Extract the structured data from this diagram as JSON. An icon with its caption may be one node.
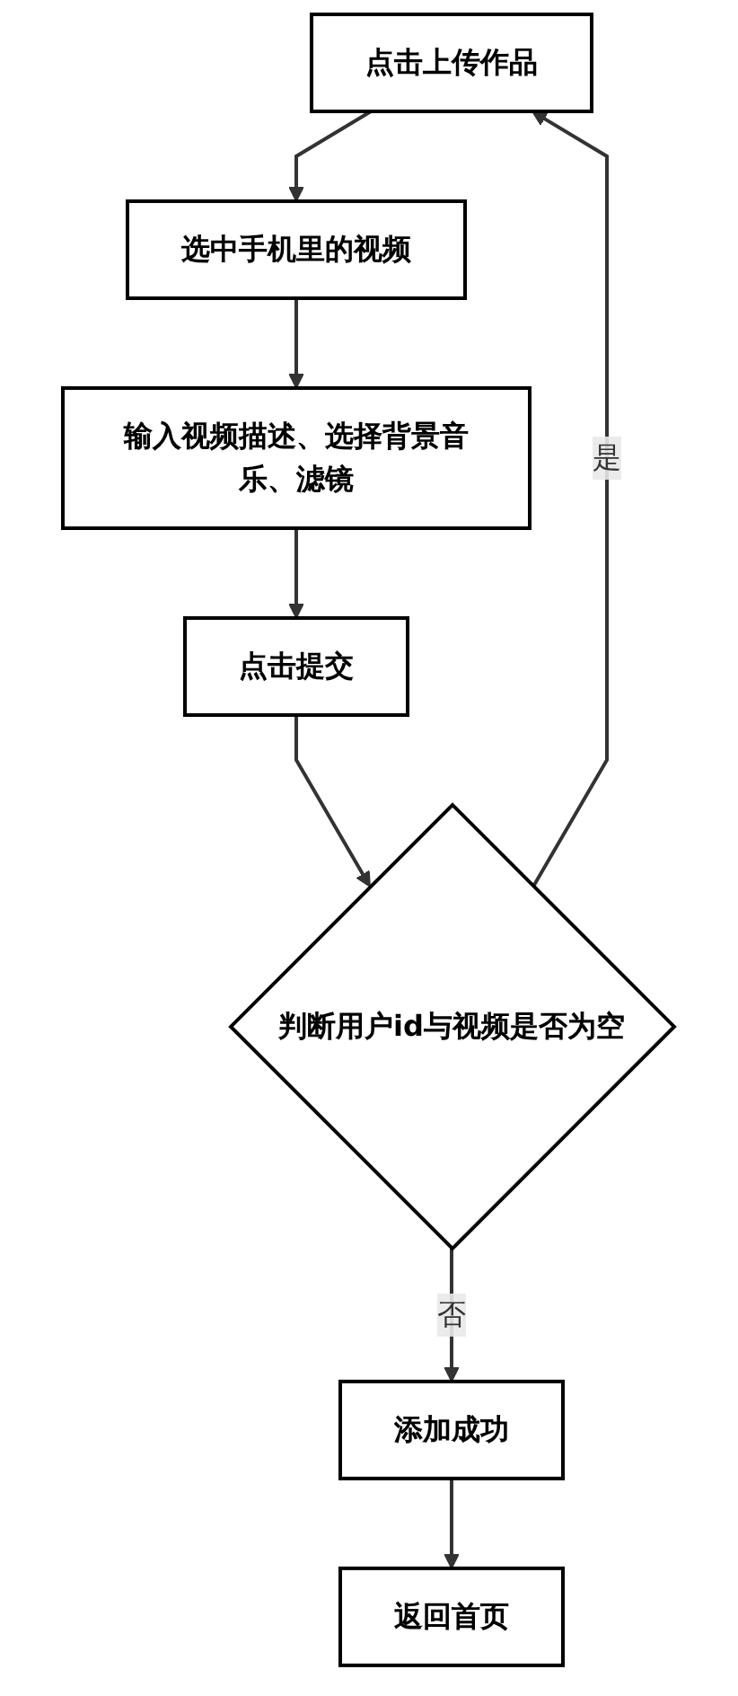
{
  "diagram": {
    "nodes": [
      {
        "text": [
          "点击上传作品"
        ]
      },
      {
        "text": [
          "选中手机里的视频"
        ]
      },
      {
        "text": [
          "输入视频描述、选择背景音乐、滤镜"
        ]
      },
      {
        "text": [
          "点击提交"
        ]
      },
      {
        "text": [
          "判断用户id与视频是否为空"
        ]
      },
      {
        "text": [
          "添加成功"
        ]
      },
      {
        "text": [
          "返回首页"
        ]
      }
    ],
    "edges": [
      {
        "from": 0,
        "to": 1,
        "arrow": "to"
      },
      {
        "from": 1,
        "to": 2,
        "arrow": "to"
      },
      {
        "from": 2,
        "to": 3,
        "arrow": "to"
      },
      {
        "from": 3,
        "to": 4,
        "arrow": "to"
      },
      {
        "from": 4,
        "to": 0,
        "arrow": "to",
        "label": "是"
      },
      {
        "from": 4,
        "to": 5,
        "arrow": "to",
        "label": "否"
      },
      {
        "from": 5,
        "to": 6,
        "arrow": "to"
      }
    ]
  }
}
